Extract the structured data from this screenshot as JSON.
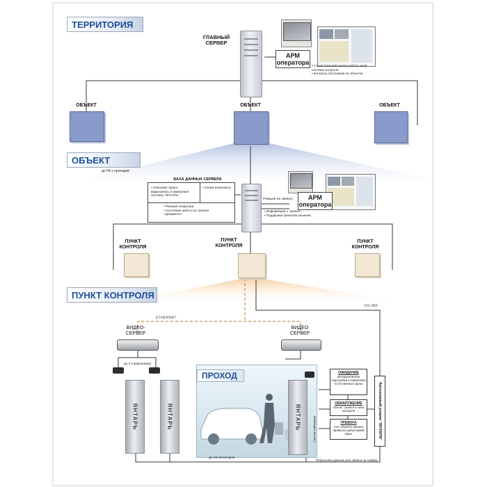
{
  "sections": {
    "territory": "ТЕРРИТОРИЯ",
    "object": "ОБЪЕКТ",
    "checkpoint": "ПУНКТ КОНТРОЛЯ"
  },
  "main_server": {
    "label": "ГЛАВНЫЙ\nСЕРВЕР"
  },
  "arm_top": {
    "label": "АРМ\nоператора",
    "bullets": [
      "Статистический анализ работы всей системы контроля",
      "Контроль обстановки на объектах"
    ]
  },
  "objects": {
    "left": "ОБЪЕКТ",
    "center": "ОБЪЕКТ",
    "right": "ОБЪЕКТ"
  },
  "object_note": "до 64-х проходов",
  "db": {
    "title": "БАЗА ДАННЫХ СЕРВЕРА",
    "cell_1": "Описание тревог: видеозапись и измерения системы \"ЯНТАРЬ\"",
    "cell_2": "Схема Комплекса",
    "bullets": [
      "Реакция оператора",
      "Состояние работы по тревоге",
      "Документы"
    ]
  },
  "arm_mid": {
    "label": "АРМ\nоператора",
    "reaction": "Реакция на тревогу",
    "bullets": [
      "Информация о тревоге",
      "Поддержка принятия решения"
    ]
  },
  "checkpoints": {
    "left": "ПУНКТ\nКОНТРОЛЯ",
    "center": "ПУНКТ\nКОНТРОЛЯ",
    "right": "ПУНКТ\nКОНТРОЛЯ"
  },
  "network": {
    "ethernet": "ETHERNET",
    "rs485": "RS-485"
  },
  "video_servers": {
    "left": "ВИДЕО-\nСЕРВЕР",
    "right": "ВИДЕО\nСЕРВЕР"
  },
  "cameras_note": "до 4-х видеокамер",
  "monitors_note": "до 16 мониторов",
  "passage": "ПРОХОД",
  "pillars": [
    "ЯНТАРЬ",
    "ЯНТАРЬ",
    "ЯНТАРЬ"
  ],
  "sensor_label": "Счетчик нейтронов",
  "autonomous": "Автономный режим \"ЯНТАРЯ\"",
  "side_boxes": [
    {
      "title": "ОЖИДАНИЕ",
      "desc": "автоматическая подстройка к изменению естественного фона"
    },
    {
      "title": "ОБНАРУЖЕНИЕ",
      "desc": "объект тревоги в зоне контроля"
    },
    {
      "title": "ТРЕВОГА",
      "desc": "счет объекта тревоги превысил допустимый порог"
    }
  ],
  "transfer_note": "Пересылка данных для записи на сервер"
}
